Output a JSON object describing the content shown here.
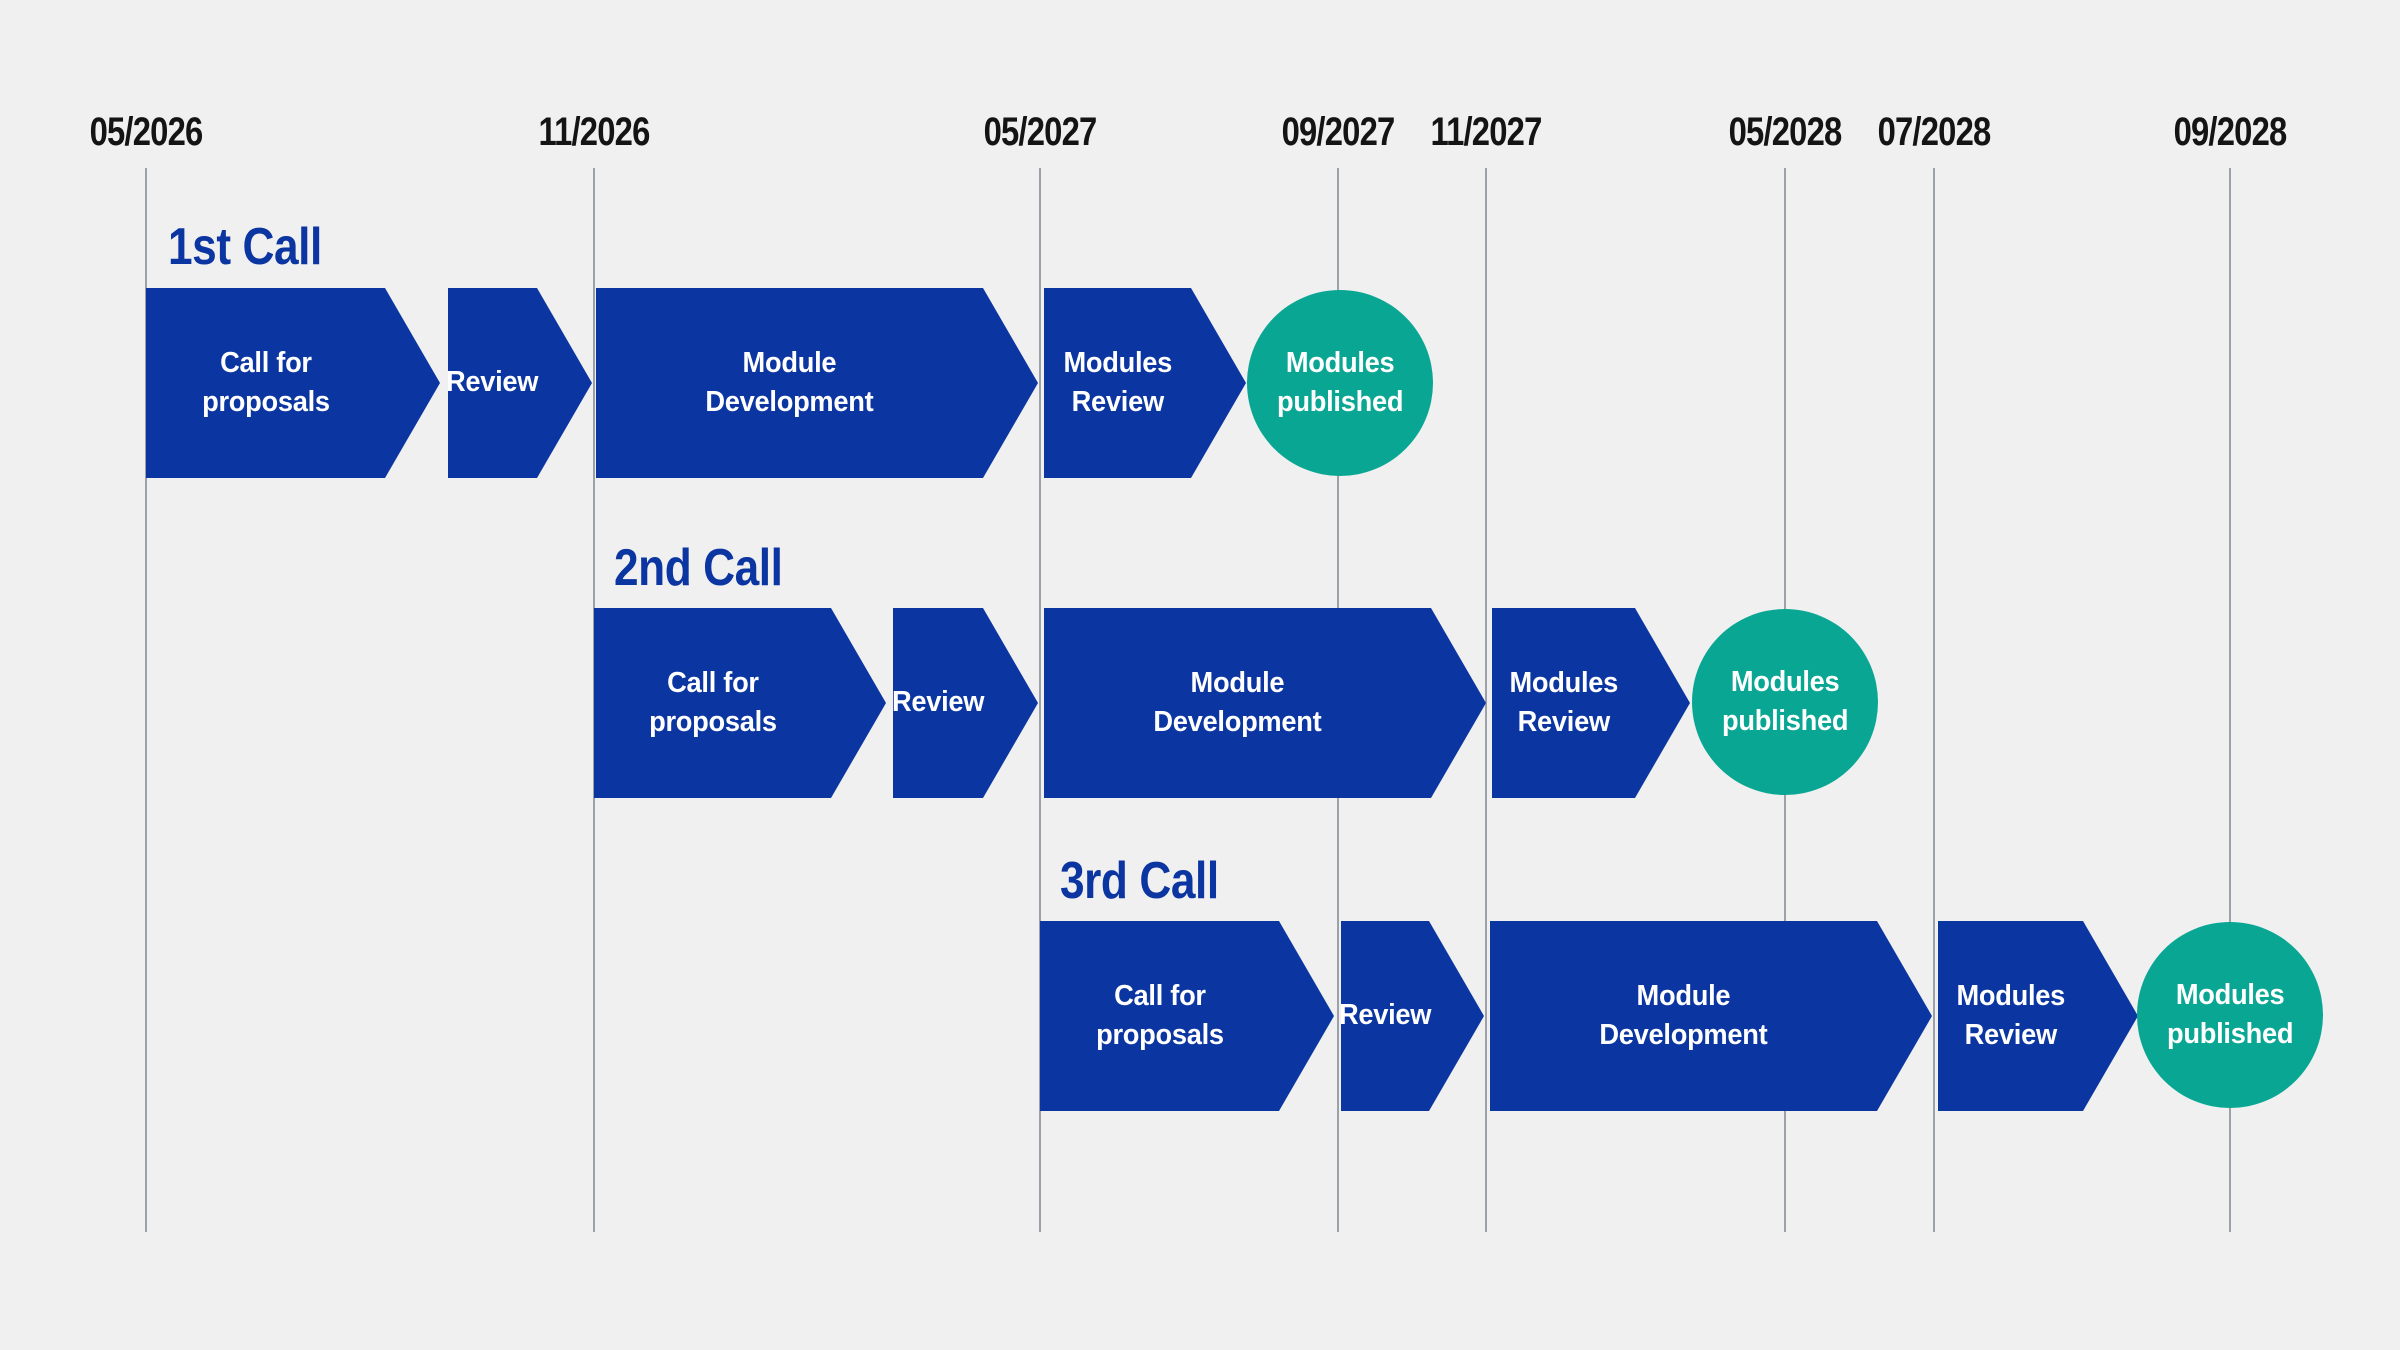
{
  "colors": {
    "primary_blue": "#0b35a0",
    "teal": "#09a793",
    "background": "#f0f0f1",
    "gridline_color": "#9ba0a9",
    "axis_text": "#141414",
    "stage_text": "#ffffff"
  },
  "timeline": {
    "axis_labels": [
      "05/2026",
      "11/2026",
      "05/2027",
      "09/2027",
      "11/2027",
      "05/2028",
      "07/2028",
      "09/2028"
    ]
  },
  "rows": [
    {
      "title": "1st Call",
      "stages": [
        {
          "label": "Call for\nproposals"
        },
        {
          "label": "Review"
        },
        {
          "label": "Module\nDevelopment"
        },
        {
          "label": "Modules\nReview"
        }
      ],
      "milestone": {
        "label": "Modules\npublished"
      }
    },
    {
      "title": "2nd Call",
      "stages": [
        {
          "label": "Call for\nproposals"
        },
        {
          "label": "Review"
        },
        {
          "label": "Module\nDevelopment"
        },
        {
          "label": "Modules\nReview"
        }
      ],
      "milestone": {
        "label": "Modules\npublished"
      }
    },
    {
      "title": "3rd Call",
      "stages": [
        {
          "label": "Call for\nproposals"
        },
        {
          "label": "Review"
        },
        {
          "label": "Module\nDevelopment"
        },
        {
          "label": "Modules\nReview"
        }
      ],
      "milestone": {
        "label": "Modules\npublished"
      }
    }
  ]
}
